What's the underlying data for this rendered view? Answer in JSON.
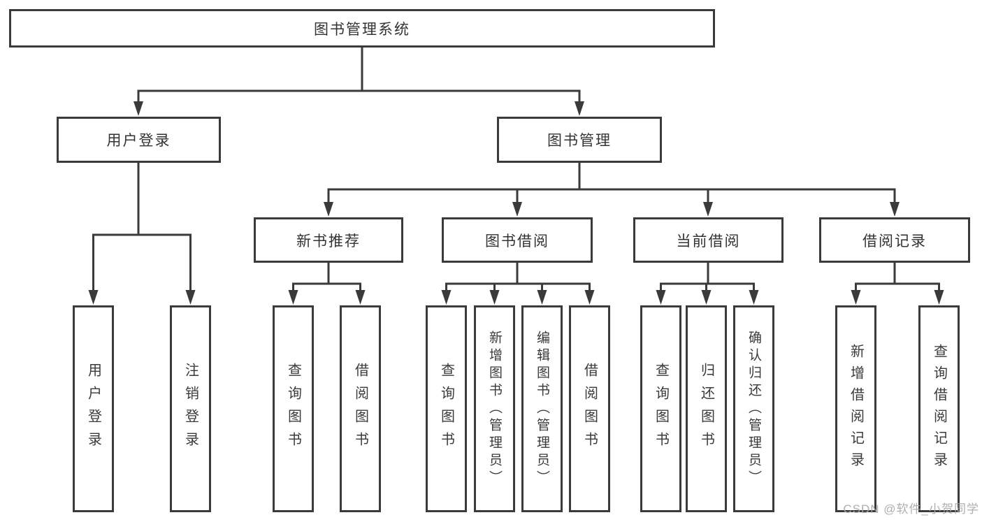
{
  "colors": {
    "line": "#3a3a3a",
    "box_border": "#3a3a3a",
    "box_background": "#ffffff",
    "text": "#333333",
    "watermark": "#a8a8a8",
    "page_background": "#ffffff"
  },
  "watermark": "CSDN @软件_小贺同学",
  "tree": {
    "root": "图书管理系统",
    "level2": [
      "用户登录",
      "图书管理"
    ],
    "level3": [
      "新书推荐",
      "图书借阅",
      "当前借阅",
      "借阅记录"
    ],
    "leaves": {
      "user_login": [
        "用户登录",
        "注销登录"
      ],
      "new_book_recommend": [
        "查询图书",
        "借阅图书"
      ],
      "book_borrow": [
        "查询图书",
        "新增图书（管理员）",
        "编辑图书（管理员）",
        "借阅图书"
      ],
      "current_borrow": [
        "查询图书",
        "归还图书",
        "确认归还（管理员）"
      ],
      "borrow_records": [
        "新增借阅记录",
        "查询借阅记录"
      ]
    }
  }
}
